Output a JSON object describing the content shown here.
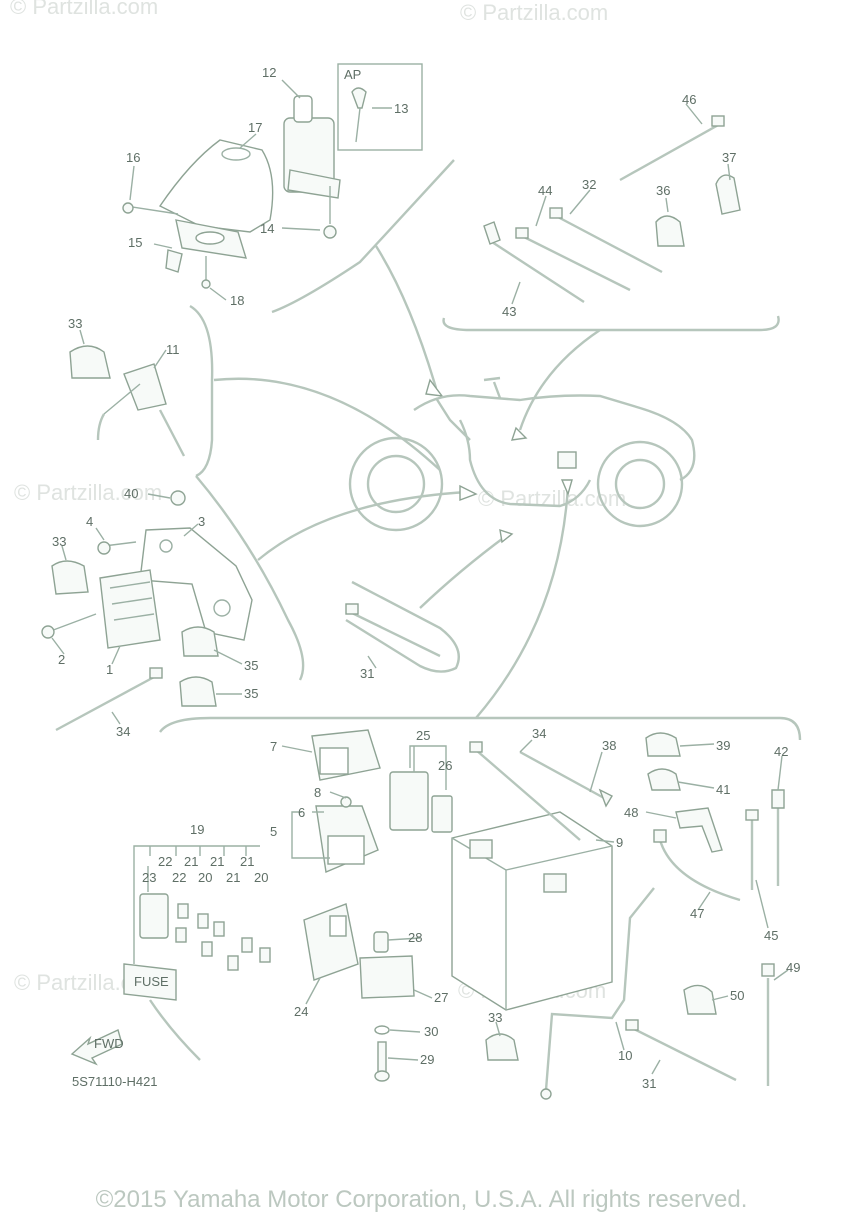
{
  "watermark": "© Partzilla.com",
  "ap_box_label": "AP",
  "drawing_code": "5S71110-H421",
  "footer": "©2015 Yamaha Motor Corporation, U.S.A. All rights reserved.",
  "fwd_label": "FWD",
  "fuse_label": "FUSE",
  "callouts": {
    "n1": "1",
    "n2": "2",
    "n3": "3",
    "n4": "4",
    "n5": "5",
    "n6": "6",
    "n7": "7",
    "n8": "8",
    "n9": "9",
    "n10": "10",
    "n11": "11",
    "n12": "12",
    "n13": "13",
    "n14": "14",
    "n15": "15",
    "n16": "16",
    "n17": "17",
    "n18": "18",
    "n19": "19",
    "n20": "20",
    "n21": "21",
    "n22": "22",
    "n23": "23",
    "n24": "24",
    "n25": "25",
    "n26": "26",
    "n27": "27",
    "n28": "28",
    "n29": "29",
    "n30": "30",
    "n31": "31",
    "n32": "32",
    "n33": "33",
    "n34": "34",
    "n35": "35",
    "n36": "36",
    "n37": "37",
    "n38": "38",
    "n39": "39",
    "n40": "40",
    "n41": "41",
    "n42": "42",
    "n43": "43",
    "n44": "44",
    "n45": "45",
    "n46": "46",
    "n47": "47",
    "n48": "48",
    "n49": "49",
    "n50": "50"
  },
  "colors": {
    "line": "#9bb0a4",
    "text": "#5f6f66",
    "watermark": "#dfe3e0"
  }
}
